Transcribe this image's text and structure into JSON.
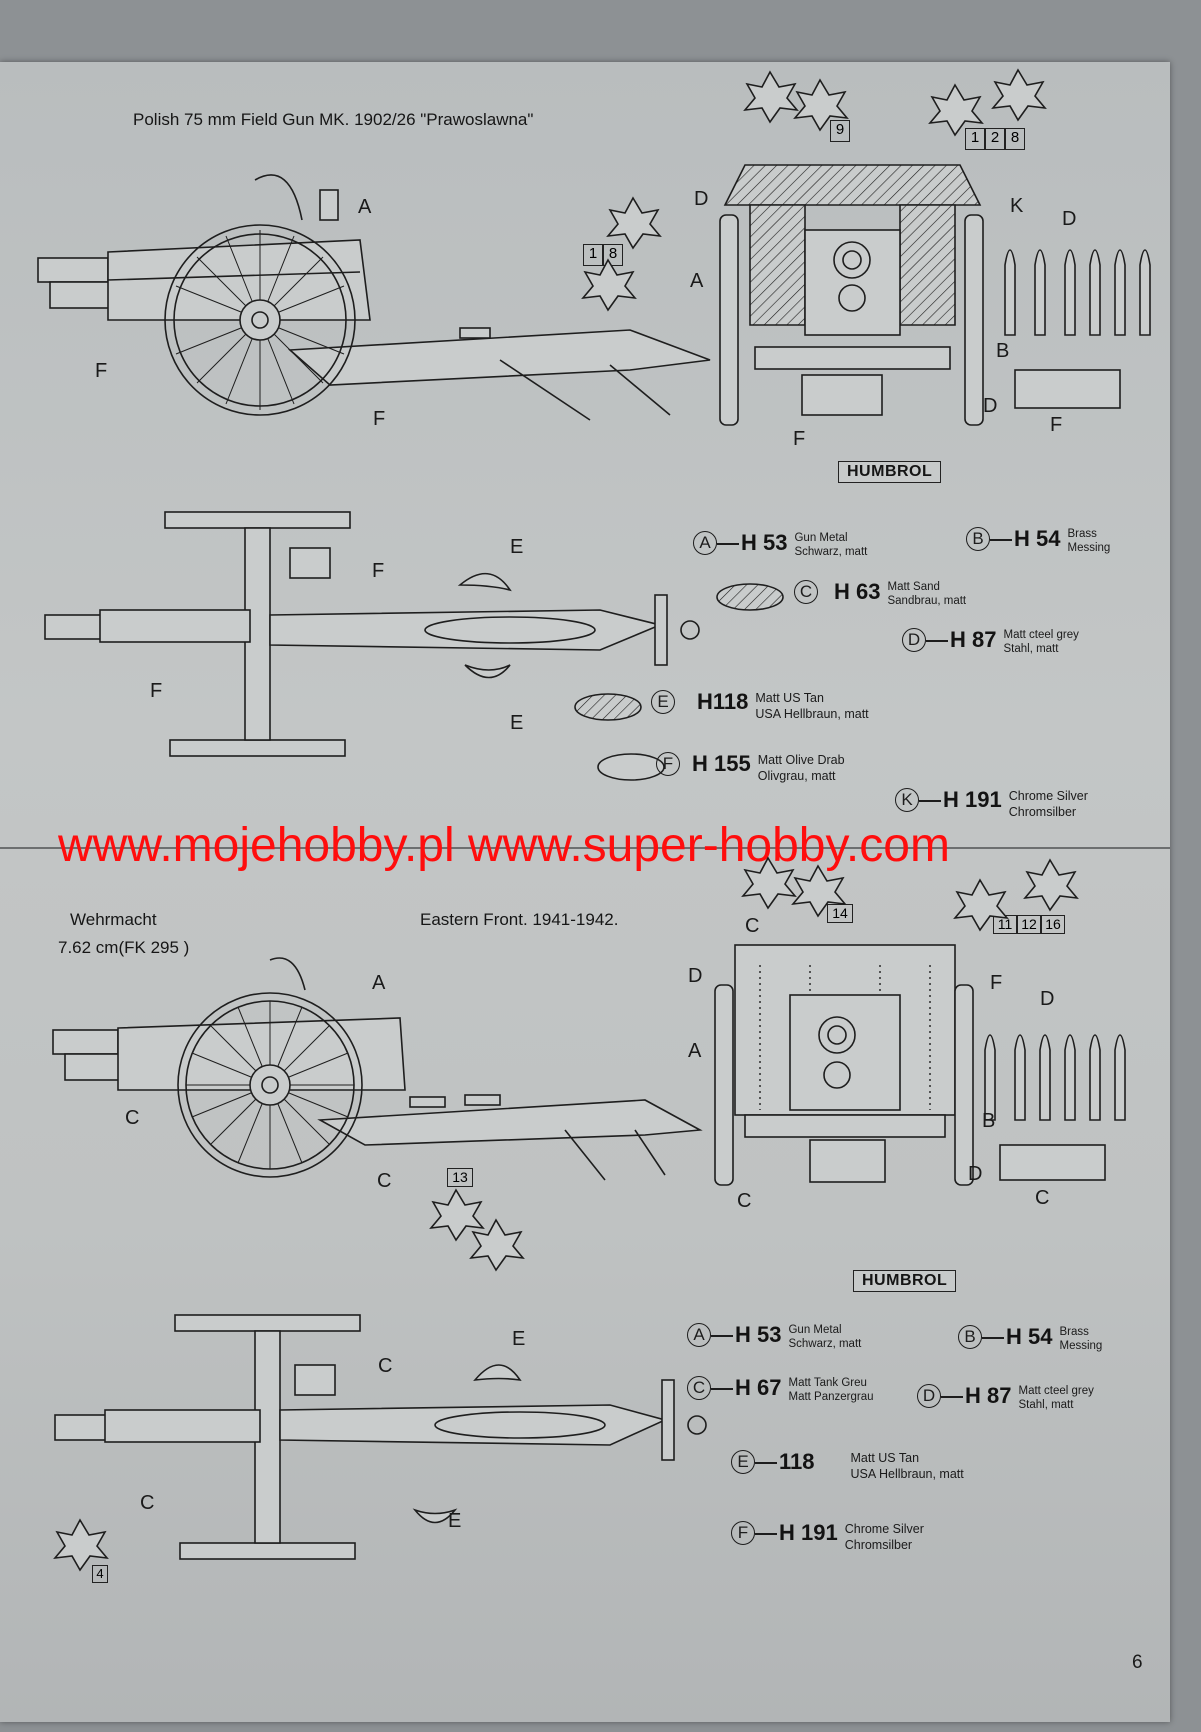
{
  "top": {
    "title": "Polish 75 mm Field Gun MK. 1902/26 \"Prawoslawna\"",
    "humbrol": "HUMBROL",
    "part_labels": {
      "A": "A",
      "B": "B",
      "D": "D",
      "F": "F",
      "K": "K",
      "E": "E"
    },
    "markers": {
      "m1": "1",
      "m8": "8",
      "m9": "9",
      "m1b": "1",
      "m2": "2",
      "m8b": "8"
    },
    "paints": [
      {
        "letter": "A",
        "code": "H 53",
        "line1": "Gun Metal",
        "line2": "Schwarz, matt"
      },
      {
        "letter": "B",
        "code": "H 54",
        "line1": "Brass",
        "line2": "Messing"
      },
      {
        "letter": "C",
        "code": "H 63",
        "line1": "Matt Sand",
        "line2": "Sandbrau, matt"
      },
      {
        "letter": "D",
        "code": "H 87",
        "line1": "Matt cteel grey",
        "line2": "Stahl, matt"
      },
      {
        "letter": "E",
        "code": "H118",
        "line1": "Matt US Tan",
        "line2": "USA Hellbraun, matt"
      },
      {
        "letter": "F",
        "code": "H 155",
        "line1": "Matt Olive Drab",
        "line2": "Olivgrau, matt"
      },
      {
        "letter": "K",
        "code": "H 191",
        "line1": "Chrome Silver",
        "line2": "Chromsilber"
      }
    ]
  },
  "watermark": "www.mojehobby.pl www.super-hobby.com",
  "bottom": {
    "title_left_1": "Wehrmacht",
    "title_left_2": "7.62 cm(FK 295 )",
    "title_right": "Eastern Front. 1941-1942.",
    "humbrol": "HUMBROL",
    "part_labels": {
      "A": "A",
      "B": "B",
      "C": "C",
      "D": "D",
      "E": "E",
      "F": "F"
    },
    "markers": {
      "m14": "14",
      "m11": "11",
      "m12": "12",
      "m16": "16",
      "m13": "13",
      "m4": "4"
    },
    "paints": [
      {
        "letter": "A",
        "code": "H 53",
        "line1": "Gun Metal",
        "line2": "Schwarz, matt"
      },
      {
        "letter": "B",
        "code": "H 54",
        "line1": "Brass",
        "line2": "Messing"
      },
      {
        "letter": "C",
        "code": "H 67",
        "line1": "Matt Tank Greu",
        "line2": "Matt Panzergrau"
      },
      {
        "letter": "D",
        "code": "H 87",
        "line1": "Matt cteel grey",
        "line2": "Stahl, matt"
      },
      {
        "letter": "E",
        "code": "118",
        "line1": "Matt US Tan",
        "line2": "USA Hellbraun, matt"
      },
      {
        "letter": "F",
        "code": "H 191",
        "line1": "Chrome Silver",
        "line2": "Chromsilber"
      }
    ]
  },
  "page_number": "6",
  "colors": {
    "watermark": "#ff0d0d",
    "paper": "#c3c6c6",
    "ink": "#1e1e1e"
  }
}
